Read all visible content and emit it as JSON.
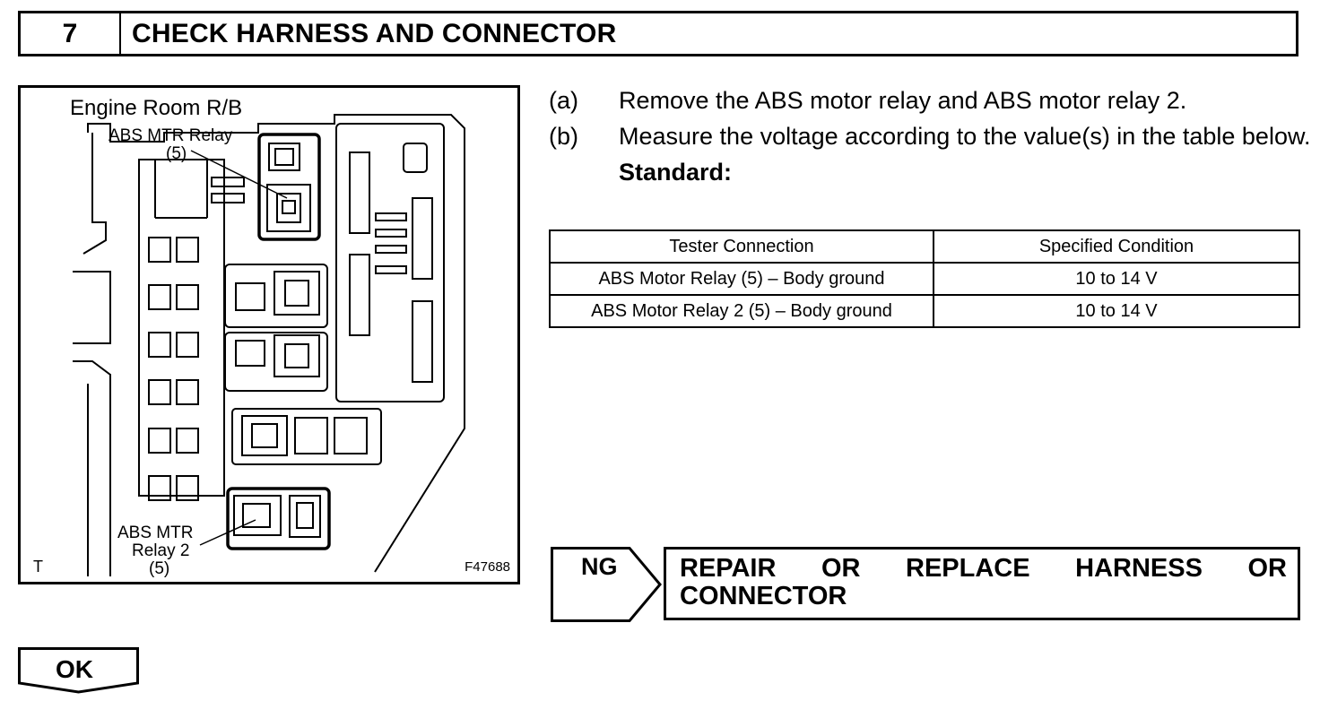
{
  "header": {
    "step_number": "7",
    "title": "CHECK HARNESS AND CONNECTOR"
  },
  "figure": {
    "title": "Engine Room R/B",
    "label_relay1_line1": "ABS MTR Relay",
    "label_relay1_line2": "(5)",
    "label_relay2_line1": "ABS MTR",
    "label_relay2_line2": "Relay 2",
    "label_relay2_line3": "(5)",
    "code": "F47688",
    "corner_mark": "T"
  },
  "instructions": [
    {
      "letter": "(a)",
      "text": "Remove the ABS motor relay and ABS motor relay 2."
    },
    {
      "letter": "(b)",
      "text": "Measure the voltage according to the value(s) in the table below."
    }
  ],
  "standard_label": "Standard:",
  "table": {
    "headers": [
      "Tester Connection",
      "Specified Condition"
    ],
    "rows": [
      [
        "ABS Motor Relay (5) – Body ground",
        "10 to 14 V"
      ],
      [
        "ABS Motor Relay 2 (5) – Body ground",
        "10 to 14 V"
      ]
    ]
  },
  "ng": {
    "label": "NG",
    "line1_words": [
      "REPAIR",
      "OR",
      "REPLACE",
      "HARNESS",
      "OR"
    ],
    "line2": "CONNECTOR"
  },
  "ok": {
    "label": "OK"
  }
}
